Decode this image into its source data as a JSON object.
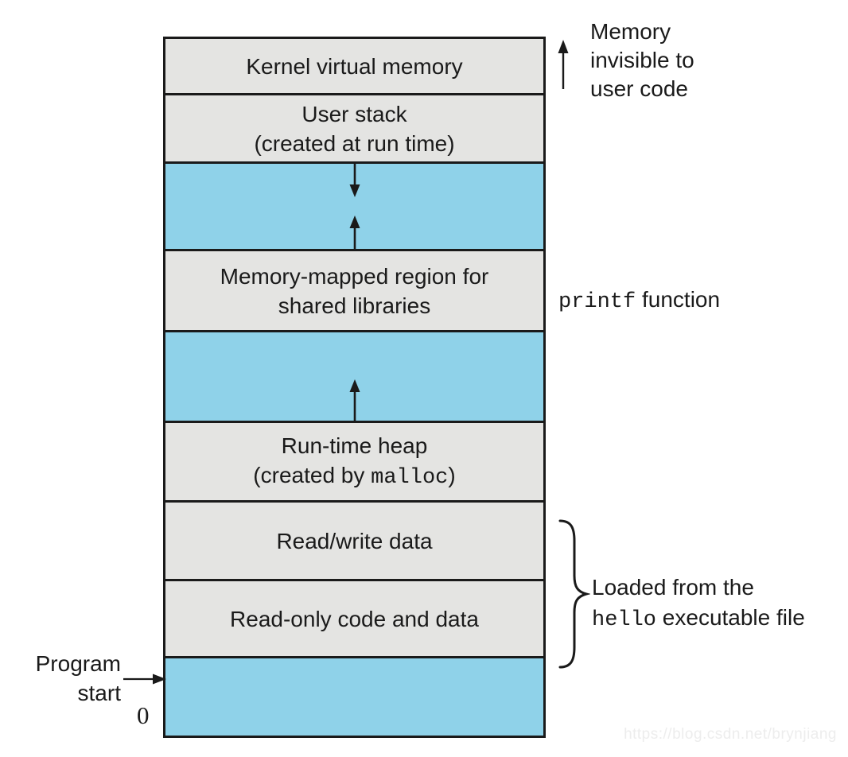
{
  "colors": {
    "box_gray": "#e4e4e2",
    "box_blue": "#8fd2e9",
    "border": "#1a1a1a",
    "watermark_gray": "#ededed"
  },
  "memory_map": {
    "rows": [
      {
        "name": "kernel-virtual-memory",
        "label": "Kernel virtual memory"
      },
      {
        "name": "user-stack",
        "line1": "User stack",
        "line2": "(created at run time)"
      },
      {
        "name": "stack-growth-gap",
        "type": "blue"
      },
      {
        "name": "memory-mapped-region",
        "line1": "Memory-mapped region for",
        "line2": "shared libraries"
      },
      {
        "name": "heap-growth-gap",
        "type": "blue"
      },
      {
        "name": "runtime-heap",
        "line1": "Run-time heap",
        "line2_pre": "(created by ",
        "line2_mono": "malloc",
        "line2_post": ")"
      },
      {
        "name": "read-write-data",
        "label": "Read/write data"
      },
      {
        "name": "read-only-code-and-data",
        "label": "Read-only code and data"
      },
      {
        "name": "bottom-reserved",
        "type": "blue"
      }
    ]
  },
  "annotations": {
    "memory_invisible": {
      "line1": "Memory",
      "line2": "invisible to",
      "line3": "user code"
    },
    "printf": {
      "mono": "printf",
      "rest": " function"
    },
    "loaded": {
      "line1": "Loaded from the",
      "mono": "hello",
      "rest": " executable file"
    },
    "program_start": {
      "line1": "Program",
      "line2": "start"
    },
    "zero": "0"
  },
  "watermark": "https://blog.csdn.net/brynjiang"
}
